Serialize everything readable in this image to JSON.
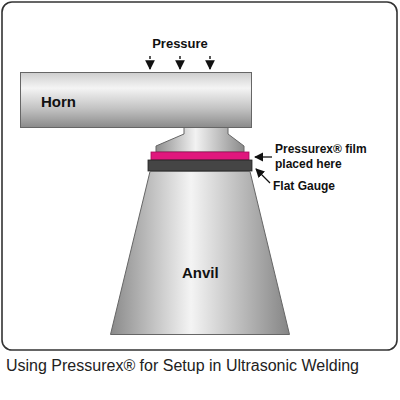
{
  "diagram": {
    "caption": "Using Pressurex® for Setup in Ultrasonic Welding",
    "nodes": [
      {
        "text": [
          "Horn"
        ]
      },
      {
        "text": [
          "Anvil"
        ]
      }
    ],
    "labels": [
      "Pressure",
      "Pressurex® film placed here",
      "Flat Gauge"
    ]
  }
}
